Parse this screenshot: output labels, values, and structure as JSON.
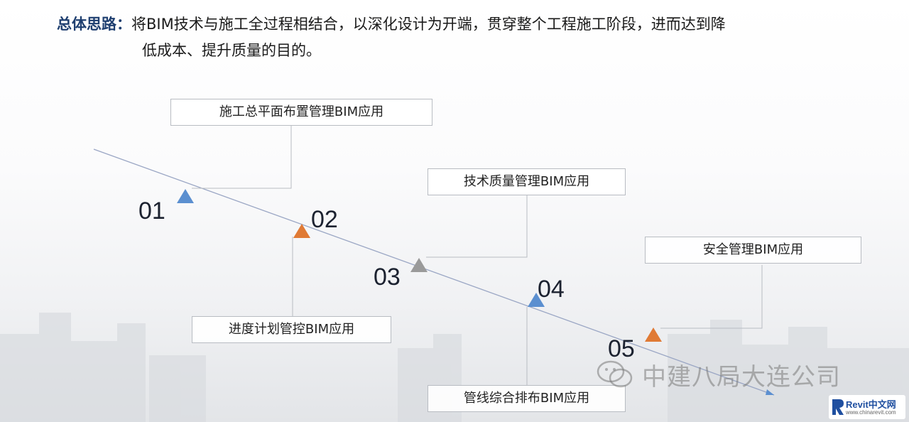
{
  "intro": {
    "lead": "总体思路：",
    "line1": "将BIM技术与施工全过程相结合，以深化设计为开端，贯穿整个工程施工阶段，进而达到降",
    "line2": "低成本、提升质量的目的。"
  },
  "steps": [
    {
      "number": "01",
      "label": "施工总平面布置管理BIM应用",
      "marker_color": "#5b8fd0"
    },
    {
      "number": "02",
      "label": "进度计划管控BIM应用",
      "marker_color": "#e07a35"
    },
    {
      "number": "03",
      "label": "技术质量管理BIM应用",
      "marker_color": "#9a9a9a"
    },
    {
      "number": "04",
      "label": "管线综合排布BIM应用",
      "marker_color": "#5b8fd0"
    },
    {
      "number": "05",
      "label": "安全管理BIM应用",
      "marker_color": "#e07a35"
    }
  ],
  "colors": {
    "timeline": "#9aa6c4",
    "connector": "#b8bcc2"
  },
  "watermark": {
    "text": "中建八局大连公司",
    "icon": "wechat-icon"
  },
  "logo": {
    "main": "Revit中文网",
    "url": "www.chinarevit.com",
    "icon": "revit-logo-icon"
  }
}
